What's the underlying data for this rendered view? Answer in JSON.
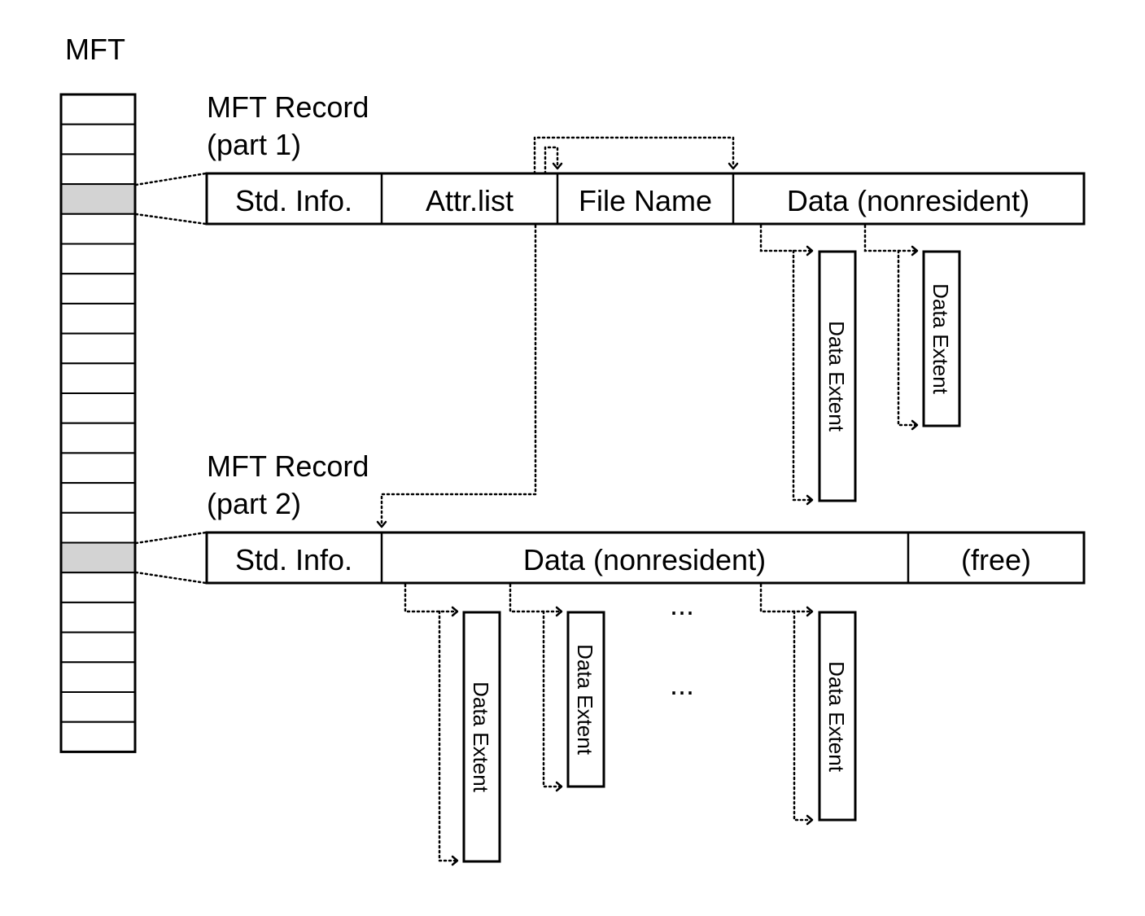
{
  "mft": {
    "title": "MFT",
    "highlight_color": "#d3d3d3"
  },
  "record1": {
    "title_line1": "MFT Record",
    "title_line2": "(part 1)",
    "cells": [
      "Std. Info.",
      "Attr.list",
      "File Name",
      "Data (nonresident)"
    ]
  },
  "record2": {
    "title_line1": "MFT Record",
    "title_line2": "(part 2)",
    "cells": [
      "Std. Info.",
      "Data (nonresident)",
      "(free)"
    ]
  },
  "extents": {
    "label": "Data Extent"
  },
  "ellipsis": "..."
}
